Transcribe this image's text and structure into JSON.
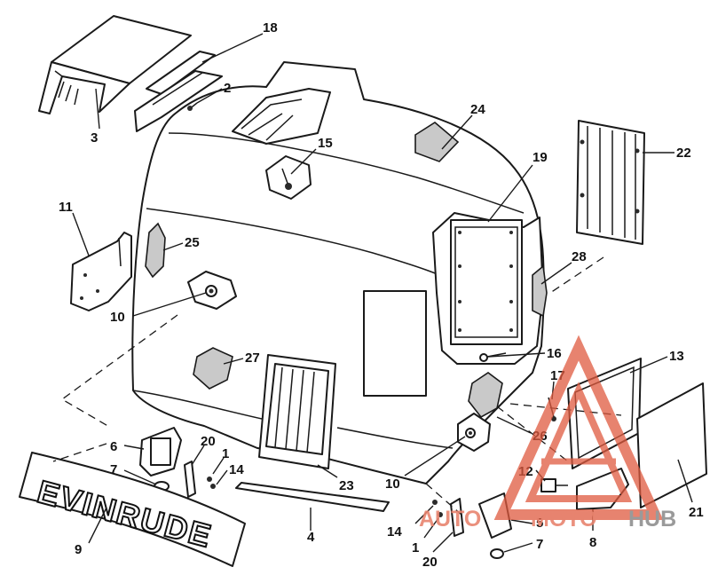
{
  "brand_decal": {
    "text": "EVINRUDE"
  },
  "watermark": {
    "part1": "AUTO",
    "part2": "MOTO",
    "part3": "HUB",
    "color_red": "#e05a3f",
    "color_gray": "#9a9a9a"
  },
  "callouts": {
    "c1a": "1",
    "c1b": "1",
    "c2": "2",
    "c3": "3",
    "c4": "4",
    "c5": "5",
    "c6": "6",
    "c7a": "7",
    "c7b": "7",
    "c8": "8",
    "c9": "9",
    "c10a": "10",
    "c10b": "10",
    "c11": "11",
    "c12": "12",
    "c13": "13",
    "c14a": "14",
    "c14b": "14",
    "c15": "15",
    "c16": "16",
    "c17": "17",
    "c18": "18",
    "c19": "19",
    "c20a": "20",
    "c20b": "20",
    "c21": "21",
    "c22": "22",
    "c23": "23",
    "c24": "24",
    "c25": "25",
    "c26": "26",
    "c27": "27",
    "c28": "28"
  }
}
